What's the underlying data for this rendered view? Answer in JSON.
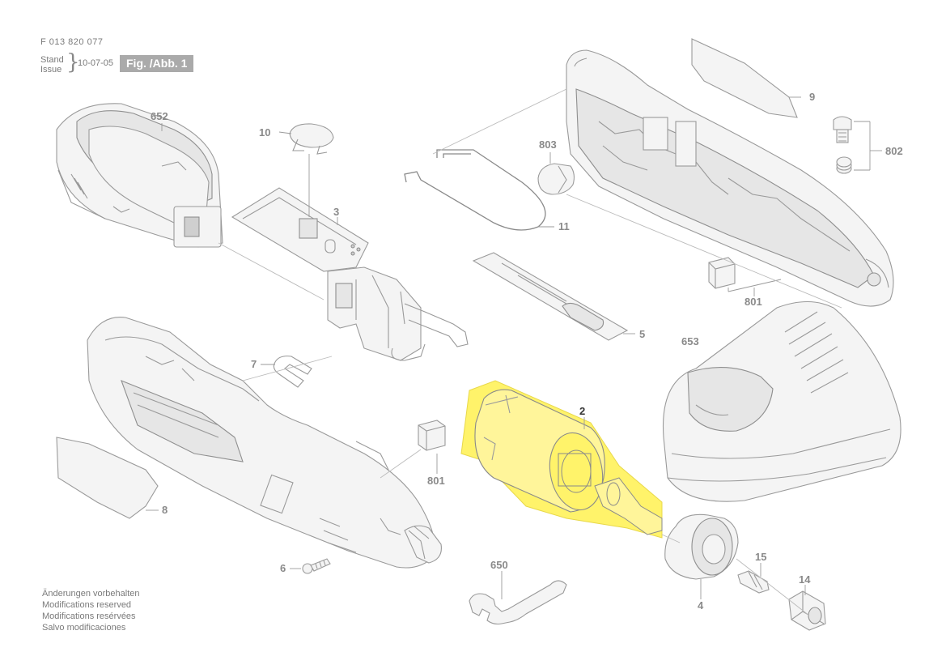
{
  "header": {
    "doc_number": "F 013 820 077",
    "stand_label": "Stand",
    "issue_label": "Issue",
    "date": "10-07-05",
    "figure_label": "Fig. /Abb. 1"
  },
  "footer_notes": [
    "Änderungen vorbehalten",
    "Modifications reserved",
    "Modifications resérvées",
    "Salvo modificaciones"
  ],
  "callouts": {
    "p652": "652",
    "p10": "10",
    "p3": "3",
    "p803": "803",
    "p9": "9",
    "p802": "802",
    "p11": "11",
    "p801a": "801",
    "p5": "5",
    "p653": "653",
    "p7": "7",
    "p2": "2",
    "p801b": "801",
    "p8": "8",
    "p6": "6",
    "p650": "650",
    "p15": "15",
    "p14": "14",
    "p4": "4"
  },
  "colors": {
    "highlight": "#fff36a",
    "line": "#9a9a9a",
    "figure_badge": "#aaaaaa"
  }
}
